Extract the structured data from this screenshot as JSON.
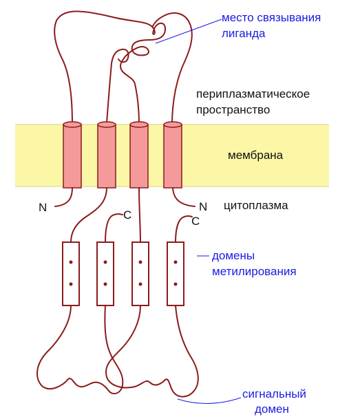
{
  "labels": {
    "ligand_site": [
      "место связывания",
      "лиганда"
    ],
    "periplasm": [
      "периплазматическое",
      "пространство"
    ],
    "membrane": "мембрана",
    "cytoplasm": "цитоплазма",
    "methylation": [
      "домены",
      "метилирования"
    ],
    "signal": [
      "сигнальный",
      "домен"
    ]
  },
  "termini": {
    "n_left": "N",
    "c_second": "C",
    "c_fourth": "C",
    "n_right": "N"
  },
  "colors": {
    "membrane": "#fbf7a6",
    "membrane_edge": "#d8d27a",
    "helix_fill": "#f49a9a",
    "helix_stroke": "#8b1a1a",
    "chain": "#8b1a1a",
    "dot": "#8b1a1a",
    "label_black": "#111111",
    "label_blue": "#1a1ae6",
    "leader": "#1a1ae6"
  }
}
